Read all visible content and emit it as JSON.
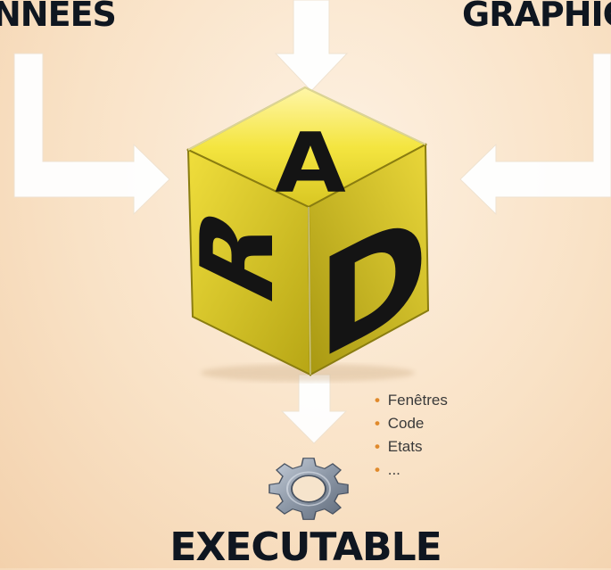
{
  "labels": {
    "left_title": "NNÉES",
    "right_title": "GRAPHIC",
    "bottom_title": "EXECUTABLE"
  },
  "cube_letters": {
    "top": "A",
    "left": "R",
    "right": "D"
  },
  "bullets": [
    "Fenêtres",
    "Code",
    "Etats",
    "..."
  ],
  "bullet_marker": "•",
  "colors": {
    "background": "#f9e2c6",
    "cube_top": "#f2e23a",
    "cube_left": "#c9b91c",
    "cube_right": "#b3a417",
    "arrow": "#ffffff",
    "text": "#0f1620",
    "bullet_marker": "#e08a2c",
    "gear": "#8c97a6"
  },
  "icons": {
    "gear": "gear-icon"
  }
}
